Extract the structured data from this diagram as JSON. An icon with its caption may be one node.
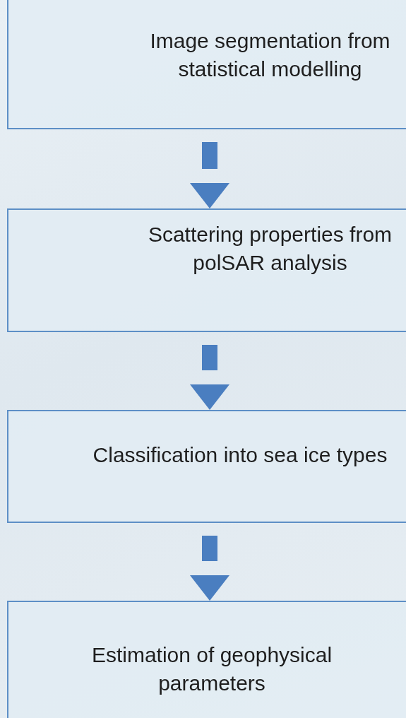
{
  "diagram": {
    "nodes": [
      {
        "text": [
          "Image segmentation from statistical modelling"
        ]
      },
      {
        "text": [
          "Scattering properties from polSAR analysis"
        ]
      },
      {
        "text": [
          "Classification into sea ice types"
        ]
      },
      {
        "text": [
          "Estimation of geophysical parameters"
        ]
      }
    ],
    "edges": [
      {
        "from": 0,
        "to": 1,
        "arrow": "to"
      },
      {
        "from": 1,
        "to": 2,
        "arrow": "to"
      },
      {
        "from": 2,
        "to": 3,
        "arrow": "to"
      }
    ]
  }
}
